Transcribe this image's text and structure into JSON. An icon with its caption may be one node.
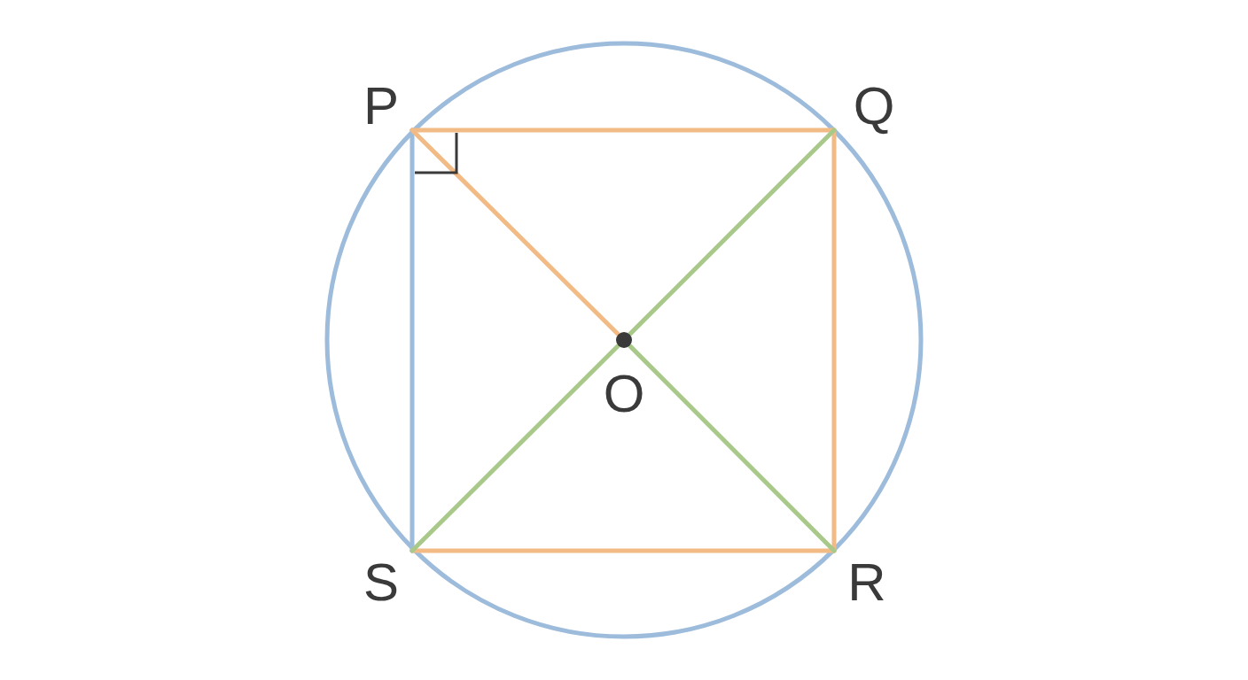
{
  "diagram": {
    "nodes": [
      {
        "text": [
          "P"
        ]
      },
      {
        "text": [
          "Q"
        ]
      },
      {
        "text": [
          "O"
        ]
      },
      {
        "text": [
          "S"
        ]
      },
      {
        "text": [
          "R"
        ]
      }
    ],
    "edges": [
      {
        "from": 0,
        "to": 1,
        "arrow": "none"
      },
      {
        "from": 1,
        "to": 4,
        "arrow": "none"
      },
      {
        "from": 3,
        "to": 4,
        "arrow": "none"
      },
      {
        "from": 0,
        "to": 3,
        "arrow": "none",
        "color": "#9dbbdb"
      },
      {
        "from": 0,
        "to": 2,
        "arrow": "none"
      },
      {
        "from": 2,
        "to": 4,
        "arrow": "none",
        "color": "#a9c98a"
      },
      {
        "from": 1,
        "to": 2,
        "arrow": "none",
        "color": "#a9c98a"
      },
      {
        "from": 2,
        "to": 3,
        "arrow": "none",
        "color": "#a9c98a"
      }
    ]
  }
}
